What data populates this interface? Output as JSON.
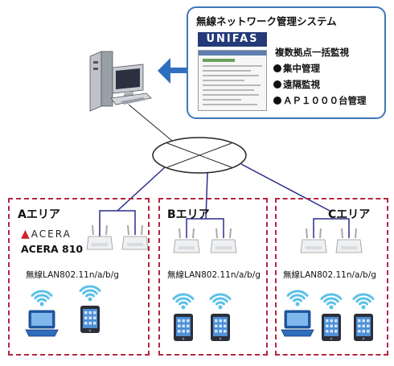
{
  "management": {
    "title": "無線ネットワーク管理システム",
    "logo_text": "UNIFAS",
    "subtitle": "複数拠点一括監視",
    "features": [
      "集中管理",
      "遠隔監視",
      "ＡＰ１０００台管理"
    ]
  },
  "areas": [
    {
      "title": "Aエリア",
      "brand": "ACERA",
      "model": "ACERA 810",
      "wlan": "無線LAN802.11n/a/b/g",
      "clients": [
        "laptop",
        "tablet"
      ]
    },
    {
      "title": "Bエリア",
      "wlan": "無線LAN802.11n/a/b/g",
      "clients": [
        "tablet",
        "tablet"
      ]
    },
    {
      "title": "Cエリア",
      "wlan": "無線LAN802.11n/a/b/g",
      "clients": [
        "laptop",
        "tablet",
        "tablet"
      ]
    }
  ],
  "colors": {
    "callout_border": "#3f77b8",
    "arrow": "#2f6fc0",
    "area_border": "#b5253f",
    "link_line": "#2a2f8a",
    "wifi": "#5bc1e6",
    "logo_bg": "#243a78"
  }
}
